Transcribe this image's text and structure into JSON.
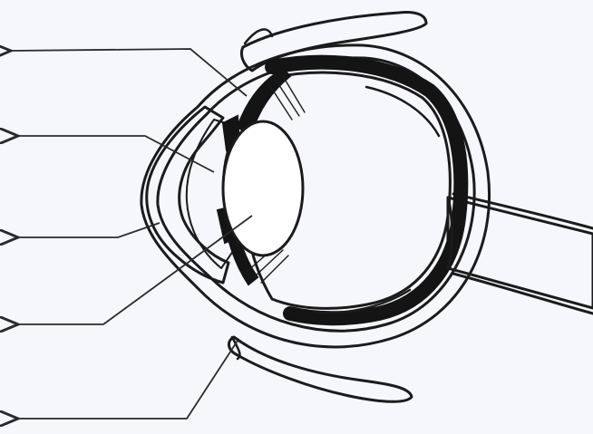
{
  "diagram": {
    "subject": "eye-cross-section",
    "colors": {
      "background": "#f6f7fb",
      "vitreous": "#e8a3b3",
      "sclera_gray": "#c8c8c8",
      "choroid_black": "#141414",
      "outline": "#1b1b1b",
      "lens": "#ffffff",
      "arrow": "#2a2a2a"
    },
    "pointer_arrows": [
      {
        "id": "arrow-1",
        "label": ""
      },
      {
        "id": "arrow-2",
        "label": ""
      },
      {
        "id": "arrow-3",
        "label": ""
      },
      {
        "id": "arrow-4",
        "label": ""
      },
      {
        "id": "arrow-5",
        "label": ""
      }
    ]
  }
}
